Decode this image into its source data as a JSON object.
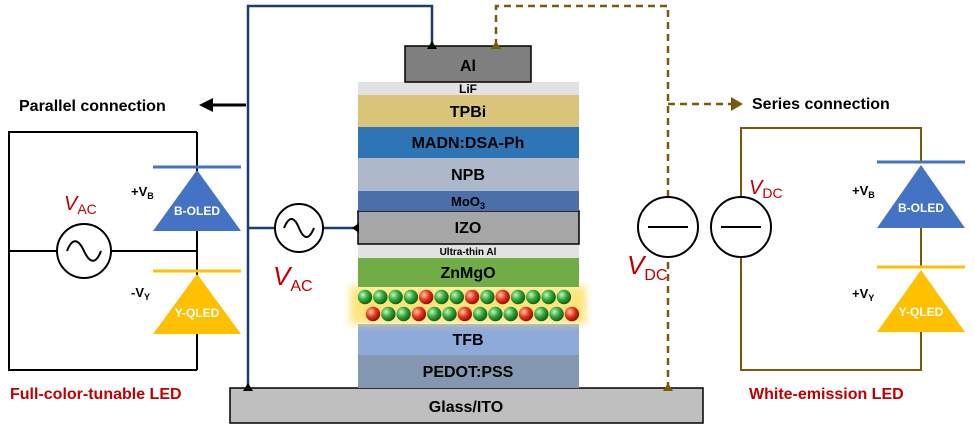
{
  "layers": {
    "al": "Al",
    "lif": "LiF",
    "tpbi": "TPBi",
    "madn": "MADN:DSA-Ph",
    "npb": "NPB",
    "moo3_base": "MoO",
    "moo3_sub": "3",
    "izo": "IZO",
    "ultrathin_al": "Ultra-thin Al",
    "znmgo": "ZnMgO",
    "tfb": "TFB",
    "pedot": "PEDOT:PSS",
    "glass_ito": "Glass/ITO"
  },
  "labels": {
    "parallel_connection": "Parallel connection",
    "series_connection": "Series connection",
    "full_color_led": "Full-color-tunable LED",
    "white_emission_led": "White-emission LED",
    "v_symbol": "V",
    "ac_sub": "AC",
    "dc_sub": "DC",
    "plus_vb_base": "+V",
    "minus_vy_base": "-V",
    "plus_vy_base": "+V",
    "b_sub": "B",
    "y_sub": "Y",
    "b_oled": "B-OLED",
    "y_qled": "Y-QLED"
  },
  "colors": {
    "ac_wire": "#1f3b74",
    "dc_wire": "#7a5a0a",
    "accent_red": "#c00000",
    "b_oled": "#4472c4",
    "y_qled": "#ffc000",
    "al": "#7f7f7f",
    "tpbi": "#d9c47a",
    "madn": "#2e75b6",
    "npb": "#adb9ca",
    "moo3": "#4b6fa8",
    "izo": "#a6a6a6",
    "znmgo": "#70ad47",
    "tfb": "#8eaadb",
    "pedot": "#8497b0",
    "glass": "#bfbfbf"
  }
}
